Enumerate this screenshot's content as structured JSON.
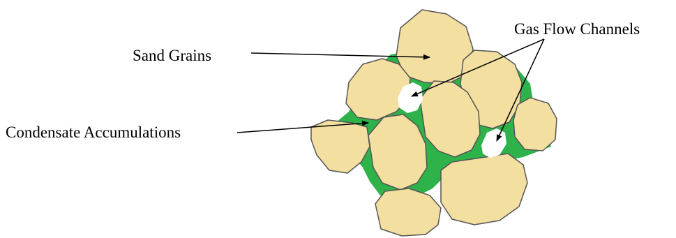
{
  "labels": {
    "sand_grains": "Sand Grains",
    "gas_flow_channels": "Gas Flow Channels",
    "condensate_accumulations": "Condensate Accumulations"
  },
  "colors": {
    "sand_grain": "#F3DFA0",
    "condensate": "#2DB34A",
    "gas_channel": "#FFFFFF",
    "outline": "#555555"
  }
}
